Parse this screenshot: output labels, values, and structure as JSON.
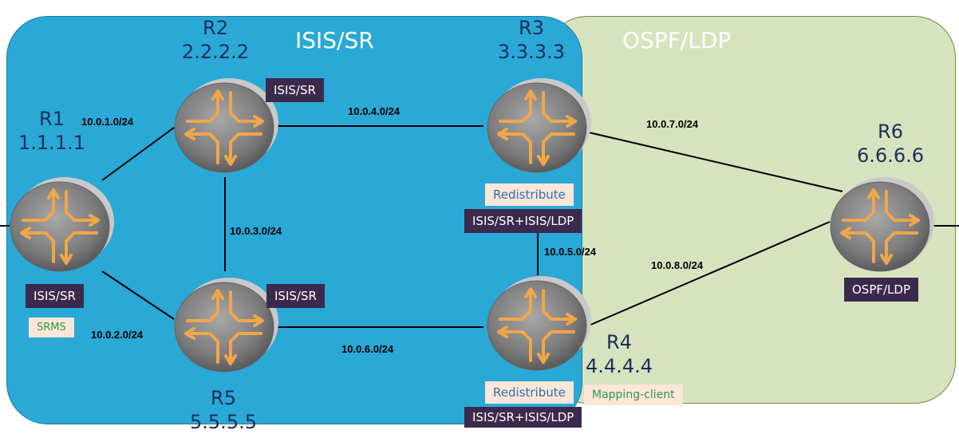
{
  "regions": {
    "isis": {
      "title": "ISIS/SR",
      "color": "#2aa8d6"
    },
    "ospf": {
      "title": "OSPF/LDP",
      "color": "#d7e3bf"
    }
  },
  "routers": [
    {
      "id": "R1",
      "name": "R1",
      "ip": "1.1.1.1"
    },
    {
      "id": "R2",
      "name": "R2",
      "ip": "2.2.2.2"
    },
    {
      "id": "R3",
      "name": "R3",
      "ip": "3.3.3.3"
    },
    {
      "id": "R4",
      "name": "R4",
      "ip": "4.4.4.4"
    },
    {
      "id": "R5",
      "name": "R5",
      "ip": "5.5.5.5"
    },
    {
      "id": "R6",
      "name": "R6",
      "ip": "6.6.6.6"
    }
  ],
  "links": [
    {
      "from": "R1",
      "to": "R2",
      "subnet": "10.0.1.0/24"
    },
    {
      "from": "R1",
      "to": "R5",
      "subnet": "10.0.2.0/24"
    },
    {
      "from": "R2",
      "to": "R5",
      "subnet": "10.0.3.0/24"
    },
    {
      "from": "R2",
      "to": "R3",
      "subnet": "10.0.4.0/24"
    },
    {
      "from": "R3",
      "to": "R4",
      "subnet": "10.0.5.0/24"
    },
    {
      "from": "R5",
      "to": "R4",
      "subnet": "10.0.6.0/24"
    },
    {
      "from": "R3",
      "to": "R6",
      "subnet": "10.0.7.0/24"
    },
    {
      "from": "R4",
      "to": "R6",
      "subnet": "10.0.8.0/24"
    }
  ],
  "tags": {
    "r1_protocol": "ISIS/SR",
    "r1_srms": "SRMS",
    "r2_protocol": "ISIS/SR",
    "r5_protocol": "ISIS/SR",
    "r3_redistribute": "Redistribute",
    "r3_protocol": "ISIS/SR+ISIS/LDP",
    "r4_redistribute": "Redistribute",
    "r4_mapping": "Mapping-client",
    "r4_protocol": "ISIS/SR+ISIS/LDP",
    "r6_protocol": "OSPF/LDP"
  },
  "colors": {
    "router_body": "#8a8a8a",
    "router_arrow": "#f0a64a",
    "tag_dark": "#3b2a4c",
    "tag_light": "#fbe6d8"
  }
}
